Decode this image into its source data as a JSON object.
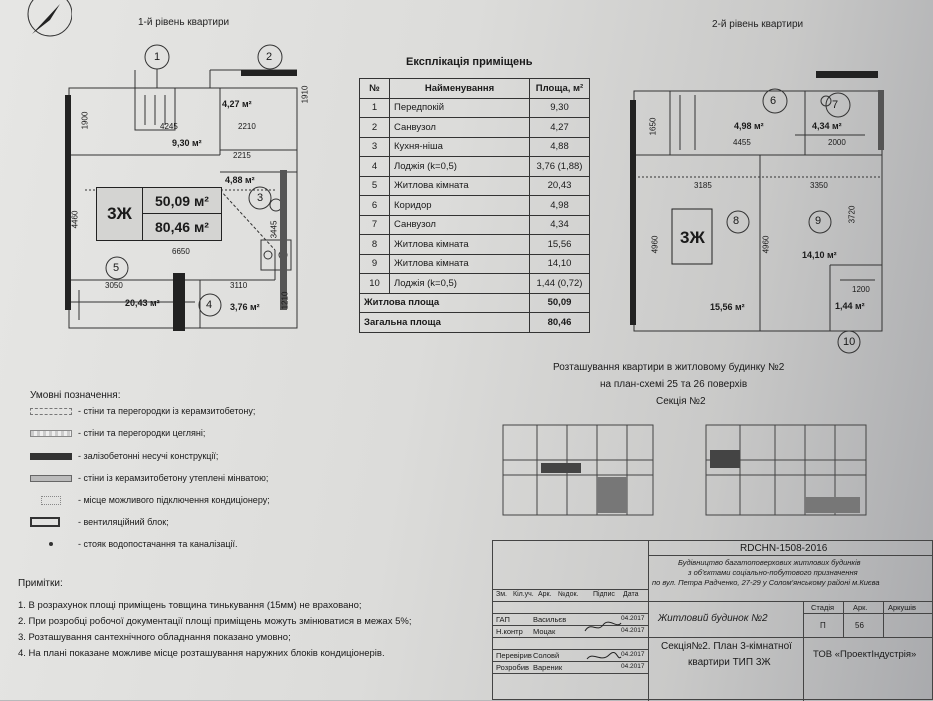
{
  "level1": {
    "title": "1-й рівень квартири",
    "room_labels": [
      "1",
      "2",
      "3",
      "4",
      "5"
    ],
    "areas": {
      "a1": "9,30 м²",
      "a2": "4,27 м²",
      "a3": "4,88 м²",
      "a4": "3,76 м²",
      "a5": "20,43 м²"
    },
    "dims": {
      "d1900": "1900",
      "d1910": "1910",
      "d4245": "4245",
      "d2210": "2210",
      "d2215": "2215",
      "d4460": "4460",
      "d3445": "3445",
      "d6650": "6650",
      "d3050": "3050",
      "d3110": "3110",
      "d1210": "1210"
    },
    "badge": {
      "type": "3Ж",
      "living": "50,09 м²",
      "total": "80,46 м²"
    }
  },
  "level2": {
    "title": "2-й рівень квартири",
    "room_labels": [
      "6",
      "7",
      "8",
      "9",
      "10"
    ],
    "areas": {
      "a6": "4,98 м²",
      "a7": "4,34 м²",
      "a8": "15,56 м²",
      "a9": "14,10 м²",
      "a10": "1,44 м²"
    },
    "dims": {
      "d1650": "1650",
      "d4455": "4455",
      "d2000": "2000",
      "d3185": "3185",
      "d3350": "3350",
      "d3720": "3720",
      "d4960a": "4960",
      "d4960b": "4960",
      "d1200": "1200"
    },
    "badge": "3Ж"
  },
  "explication": {
    "title": "Експлікація приміщень",
    "headers": [
      "№",
      "Найменування",
      "Площа, м²"
    ],
    "rows": [
      [
        "1",
        "Передпокій",
        "9,30"
      ],
      [
        "2",
        "Санвузол",
        "4,27"
      ],
      [
        "3",
        "Кухня-ніша",
        "4,88"
      ],
      [
        "4",
        "Лоджія (k=0,5)",
        "3,76 (1,88)"
      ],
      [
        "5",
        "Житлова кімната",
        "20,43"
      ],
      [
        "6",
        "Коридор",
        "4,98"
      ],
      [
        "7",
        "Санвузол",
        "4,34"
      ],
      [
        "8",
        "Житлова кімната",
        "15,56"
      ],
      [
        "9",
        "Житлова кімната",
        "14,10"
      ],
      [
        "10",
        "Лоджія (k=0,5)",
        "1,44 (0,72)"
      ]
    ],
    "living": [
      "Житлова площа",
      "50,09"
    ],
    "total": [
      "Загальна площа",
      "80,46"
    ]
  },
  "location": {
    "line1": "Розташування квартири в житловому будинку №2",
    "line2": "на план-схемі 25 та 26 поверхів",
    "line3": "Секція №2"
  },
  "legend": {
    "title": "Умовні позначення:",
    "items": [
      "- стіни та перегородки із керамзитобетону;",
      "- стіни та перегородки цегляні;",
      "- залізобетонні несучі конструкції;",
      "- стіни із керамзитобетону утеплені мінватою;",
      "- місце можливого підключення кондиціонеру;",
      "- вентиляційний блок;",
      "- стояк водопостачання та каналізації."
    ]
  },
  "notes": {
    "title": "Примітки:",
    "items": [
      "1. В розрахунок площі приміщень товщина тинькування (15мм) не враховано;",
      "2. При розробці робочої документації площі приміщень можуть змінюватися в межах 5%;",
      "3. Розташування сантехнічного обладнання показано умовно;",
      "4. На плані показане можливе місце розташування наружних блоків кондиціонерів."
    ]
  },
  "stamp": {
    "code": "RDCHN-1508-2016",
    "project": [
      "Будівництво багатоповерхових житлових будинків",
      "з об'єктами соціально-побутового призначення",
      "по вул. Петра Радченко, 27-29 у Солом'янському районі м.Києва"
    ],
    "cols": [
      "Зм.",
      "Кіл.уч.",
      "Арк.",
      "№док.",
      "Підпис",
      "Дата"
    ],
    "building": "Житловий будинок №2",
    "stage_h": [
      "Стадія",
      "Арк.",
      "Аркушів"
    ],
    "stage_v": [
      "П",
      "56",
      ""
    ],
    "people": [
      [
        "ГАП",
        "Васильєв",
        "04.2017"
      ],
      [
        "Н.контр",
        "Моцак",
        "04.2017"
      ],
      [
        "",
        "",
        " "
      ],
      [
        "Перевірив",
        "Соловй",
        "04.2017"
      ],
      [
        "Розробив",
        "Вареник",
        "04.2017"
      ]
    ],
    "sheet": [
      "Секція№2. План 3-кімнатної",
      "квартири  ТИП 3Ж"
    ],
    "company": "ТОВ «ПроектІндустрія»"
  }
}
